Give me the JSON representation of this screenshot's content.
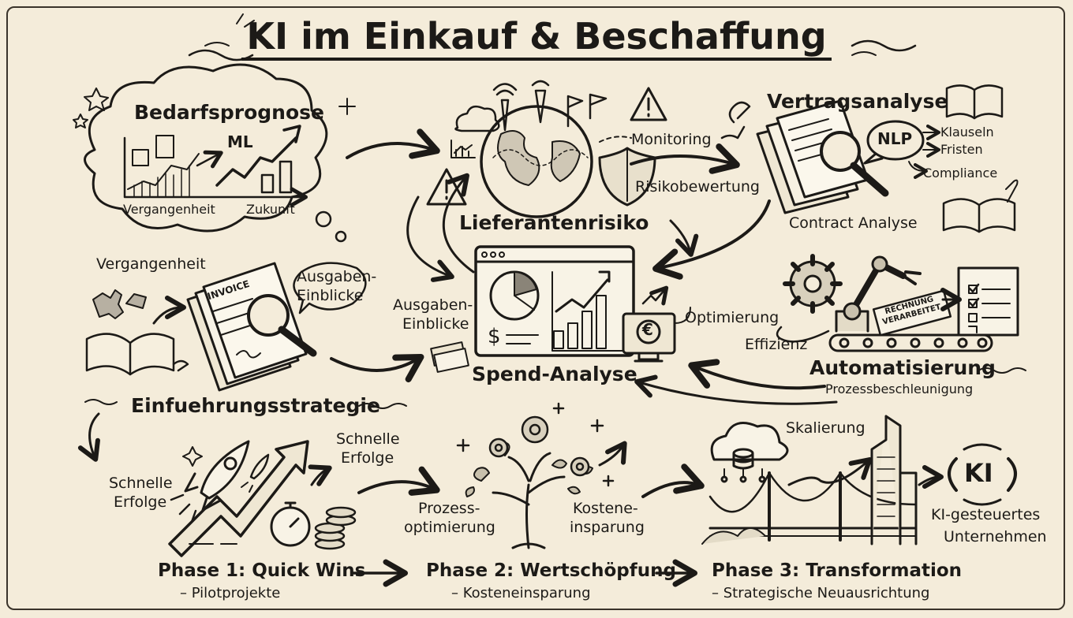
{
  "title": "KI im Einkauf & Beschaffung",
  "forecast": {
    "title": "Bedarfsprognose",
    "ml": "ML",
    "past": "Vergangenheit",
    "future": "Zukunft"
  },
  "supplier_risk": {
    "title": "Lieferantenrisiko",
    "monitoring": "Monitoring",
    "risk_assessment": "Risikobewertung"
  },
  "contract": {
    "title": "Vertragsanalyse",
    "nlp": "NLP",
    "items": [
      "Klauseln",
      "Fristen",
      "Compliance"
    ],
    "subtitle": "Contract Analyse"
  },
  "left_middle": {
    "past": "Vergangenheit",
    "invoice": "INVOICE",
    "insights_1": "Ausgaben-",
    "insights_2": "Einblicke"
  },
  "spend": {
    "title": "Spend-Analyse",
    "insights_1": "Ausgaben-",
    "insights_2": "Einblicke",
    "optimization": "Optimierung",
    "dollar": "$",
    "euro": "€"
  },
  "automation": {
    "title": "Automatisierung",
    "subtitle": "Prozessbeschleunigung",
    "efficiency": "Effizienz",
    "stamp_1": "RECHNUNG",
    "stamp_2": "VERARBEITET"
  },
  "strategy": {
    "title": "Einfuehrungsstrategie",
    "quick_1": "Schnelle",
    "quick_2": "Erfolge",
    "quick2_1": "Schnelle",
    "quick2_2": "Erfolge",
    "process_1": "Prozess-",
    "process_2": "optimierung",
    "cost_1": "Kostene-",
    "cost_2": "insparung",
    "scaling": "Skalierung",
    "enterprise_1": "KI-gesteuertes",
    "enterprise_2": "Unternehmen",
    "ki_logo": "KI"
  },
  "phases": [
    {
      "title": "Phase 1: Quick Wins",
      "sub": "– Pilotprojekte"
    },
    {
      "title": "Phase 2: Wertschöpfung",
      "sub": "– Kosteneinsparung"
    },
    {
      "title": "Phase 3: Transformation",
      "sub": "– Strategische Neuausrichtung"
    }
  ],
  "colors": {
    "paper": "#f4ecda",
    "ink": "#1c1a17",
    "shade": "#8a8478"
  }
}
